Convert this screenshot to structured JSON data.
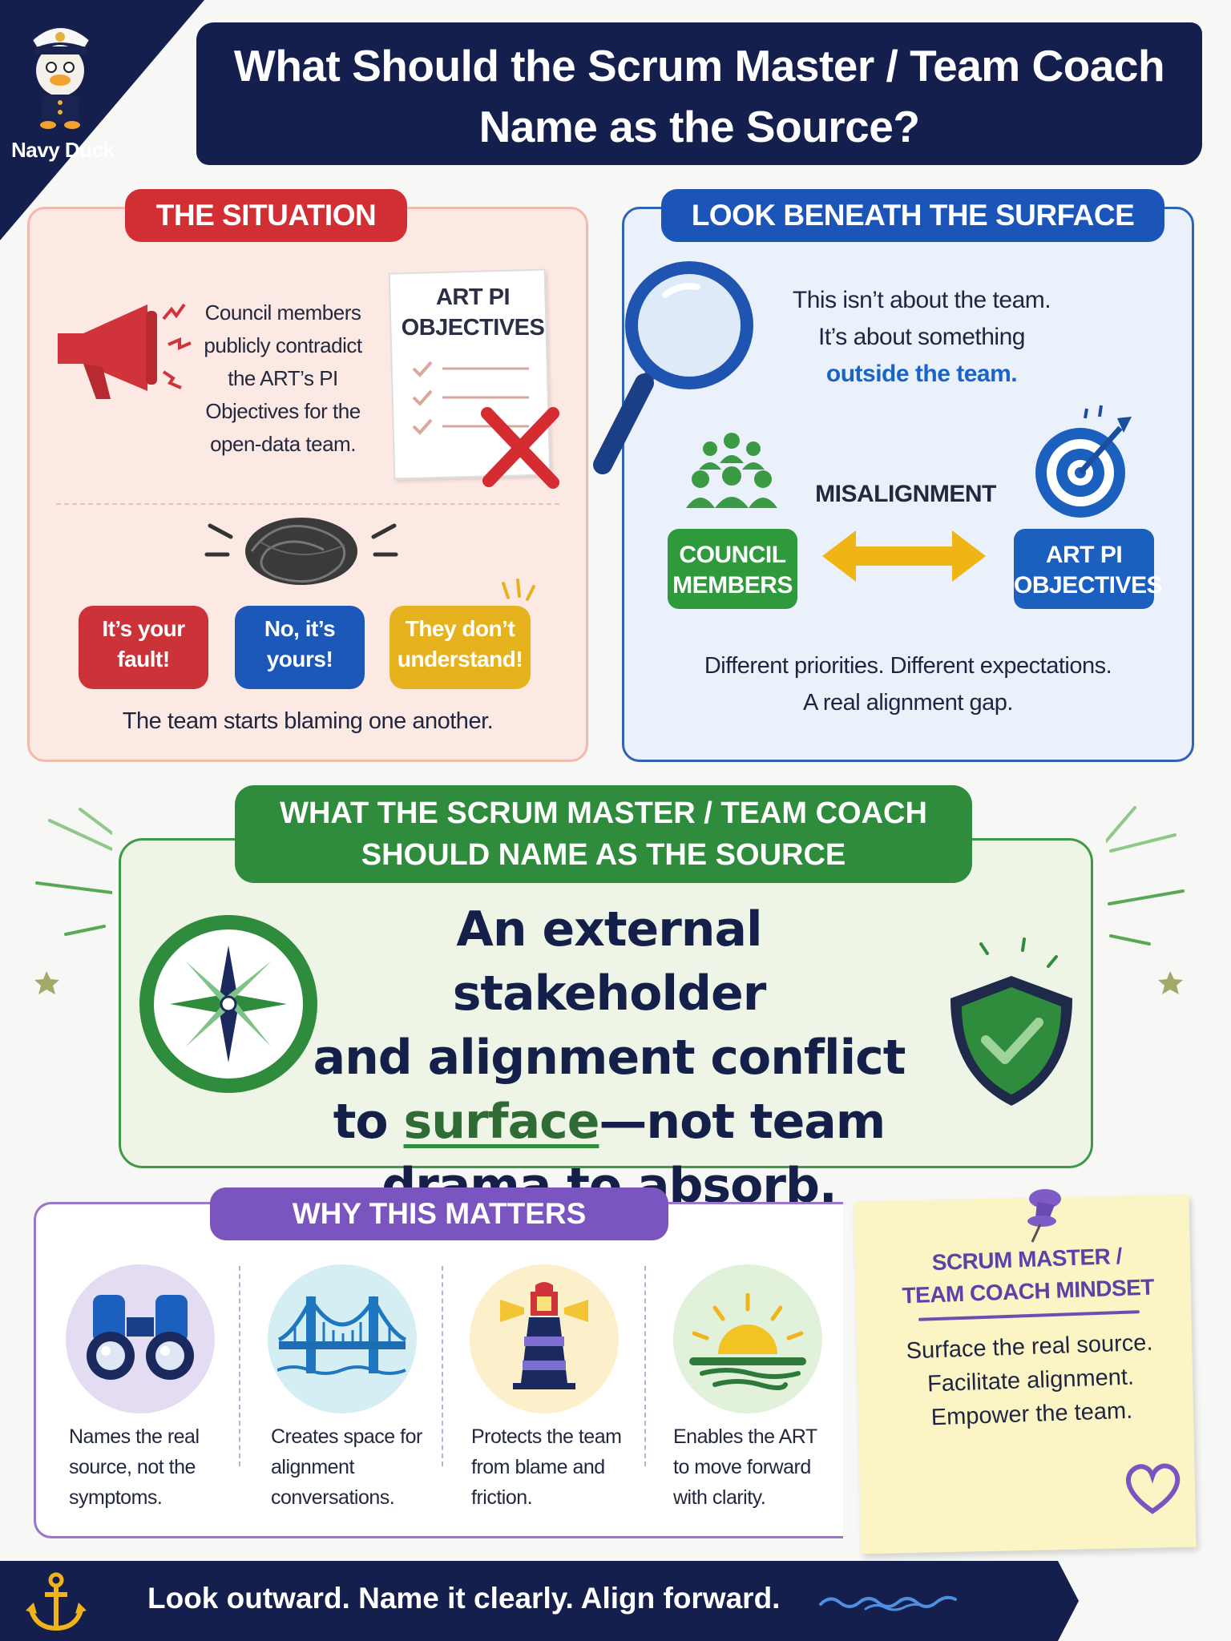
{
  "brand": {
    "name": "Navy Duck"
  },
  "title": {
    "line1": "What Should the Scrum Master / Team Coach",
    "line2": "Name as the Source?"
  },
  "situation": {
    "pill": "THE SITUATION",
    "text": "Council members publicly contradict the ART’s PI Objectives for the open-data team.",
    "doc_title": "ART PI OBJECTIVES",
    "bubbles": [
      "It’s your fault!",
      "No, it’s yours!",
      "They don’t understand!"
    ],
    "caption": "The team starts blaming one another."
  },
  "look": {
    "pill": "LOOK BENEATH THE SURFACE",
    "line1": "This isn’t about the team.",
    "line2": "It’s about something",
    "highlight": "outside the team.",
    "misalignment": "MISALIGNMENT",
    "left_tag": "COUNCIL MEMBERS",
    "right_tag": "ART PI OBJECTIVES",
    "caption1": "Different priorities. Different expectations.",
    "caption2": "A real alignment gap."
  },
  "source": {
    "pill_line1": "WHAT THE SCRUM MASTER / TEAM COACH",
    "pill_line2": "SHOULD NAME AS THE SOURCE",
    "quote_1": "An external stakeholder",
    "quote_2": "and alignment conflict",
    "quote_3_pre": "to ",
    "quote_3_ul": "surface",
    "quote_3_post": "—not team",
    "quote_4": "drama to absorb."
  },
  "why": {
    "pill": "WHY THIS MATTERS",
    "items": [
      {
        "icon": "binoculars-icon",
        "text": "Names the real source, not the symptoms."
      },
      {
        "icon": "bridge-icon",
        "text": "Creates space for alignment conversations."
      },
      {
        "icon": "lighthouse-icon",
        "text": "Protects the team from blame and friction."
      },
      {
        "icon": "sunrise-icon",
        "text": "Enables the ART to move forward with clarity."
      }
    ]
  },
  "mindset": {
    "title_line1": "SCRUM MASTER /",
    "title_line2": "TEAM COACH MINDSET",
    "line1": "Surface the real source.",
    "line2": "Facilitate alignment.",
    "line3": "Empower the team."
  },
  "footer": {
    "text": "Look outward. Name it clearly. Align forward."
  },
  "colors": {
    "navy": "#141f4d",
    "red": "#d22f35",
    "blue": "#1a55b7",
    "green": "#2f8c3d",
    "yellow": "#e6b21e",
    "purple": "#7a55c0",
    "note": "#fbf4c5"
  }
}
